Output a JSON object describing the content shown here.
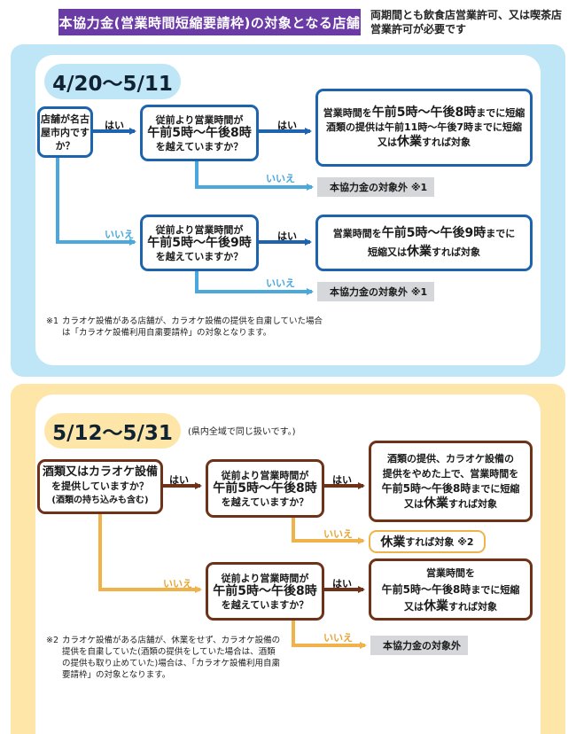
{
  "header": {
    "title": "本協力金(営業時間短縮要請枠)の対象となる店舗",
    "note": "両期間とも飲食店営業許可、又は喫茶店営業許可が必要です"
  },
  "colors": {
    "purple": "#6a3aa5",
    "blue": "#1e63ae",
    "light_blue": "#4aa8dc",
    "brown": "#6e3219",
    "orange": "#f0b24a",
    "gray": "#d5d7da"
  },
  "section1": {
    "period": "4/20～5/11",
    "q_nagoya": "店舗が名古屋市内ですか？",
    "q_hours_8": {
      "pre": "従前より営業時間が",
      "big": "午前5時～午後8時",
      "post": "を越えていますか？"
    },
    "q_hours_9": {
      "pre": "従前より営業時間が",
      "big": "午前5時～午後9時",
      "post": "を越えていますか？"
    },
    "r1": {
      "a": "営業時間を",
      "b": "午前5時～午後8時",
      "c": "までに短縮",
      "d": "酒類の提供は午前11時～午後7時までに短縮",
      "e": "又は",
      "f": "休業",
      "g": "すれば対象"
    },
    "r2": {
      "a": "営業時間を",
      "b": "午前5時～午後9時",
      "c": "までに",
      "d": "短縮又は",
      "e": "休業",
      "f": "すれば対象"
    },
    "excluded": "本協力金の対象外 ※1",
    "yes": "はい",
    "no": "いいえ",
    "footnote_mark": "※1",
    "footnote": "カラオケ設備がある店舗が、カラオケ設備の提供を自粛していた場合は「カラオケ設備利用自粛要請枠」の対象となります。"
  },
  "section2": {
    "period": "5/12～5/31",
    "period_note": "(県内全域で同じ扱いです。)",
    "q_alcohol": {
      "a": "酒類又はカラオケ設備",
      "b": "を提供していますか？",
      "c": "(酒類の持ち込みも含む)"
    },
    "q_hours_8": {
      "pre": "従前より営業時間が",
      "big": "午前5時～午後8時",
      "post": "を越えていますか？"
    },
    "r1": {
      "a": "酒類の提供、カラオケ設備の",
      "b": "提供をやめた上で、営業時間を",
      "c": "午前5時～午後8時",
      "d": "までに短縮",
      "e": "又は",
      "f": "休業",
      "g": "すれば対象"
    },
    "closed": {
      "a": "休業",
      "b": "すれば対象 ※2"
    },
    "r2": {
      "a": "営業時間を",
      "b": "午前5時～午後8時",
      "c": "までに短縮",
      "d": "又は",
      "e": "休業",
      "f": "すれば対象"
    },
    "excluded": "本協力金の対象外",
    "yes": "はい",
    "no": "いいえ",
    "footnote_mark": "※2",
    "footnote": "カラオケ設備がある店舗が、休業をせず、カラオケ設備の提供を自粛していた(酒類の提供をしていた場合は、酒類の提供も取り止めていた)場合は、「カラオケ設備利用自粛要請枠」の対象となります。"
  }
}
